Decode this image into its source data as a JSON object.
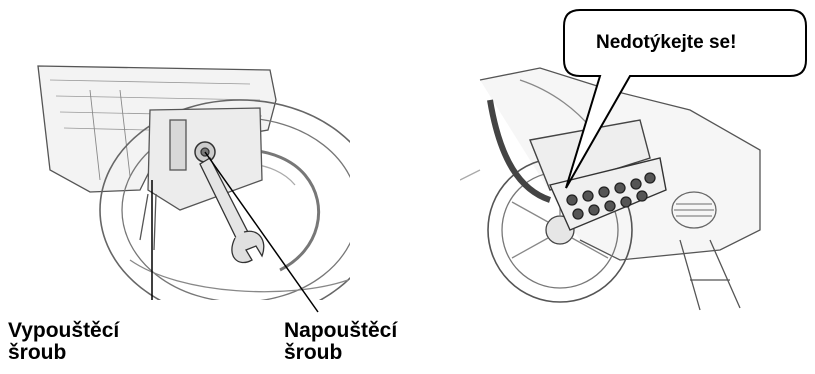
{
  "figure_left": {
    "labels": [
      {
        "line1": "Vypouštěcí",
        "line2": "šroub"
      },
      {
        "line1": "Napouštěcí",
        "line2": "šroub"
      }
    ]
  },
  "figure_right": {
    "callout": "Nedotýkejte se!"
  },
  "colors": {
    "ink": "#000000",
    "sketch": "#555555",
    "background": "#ffffff"
  }
}
